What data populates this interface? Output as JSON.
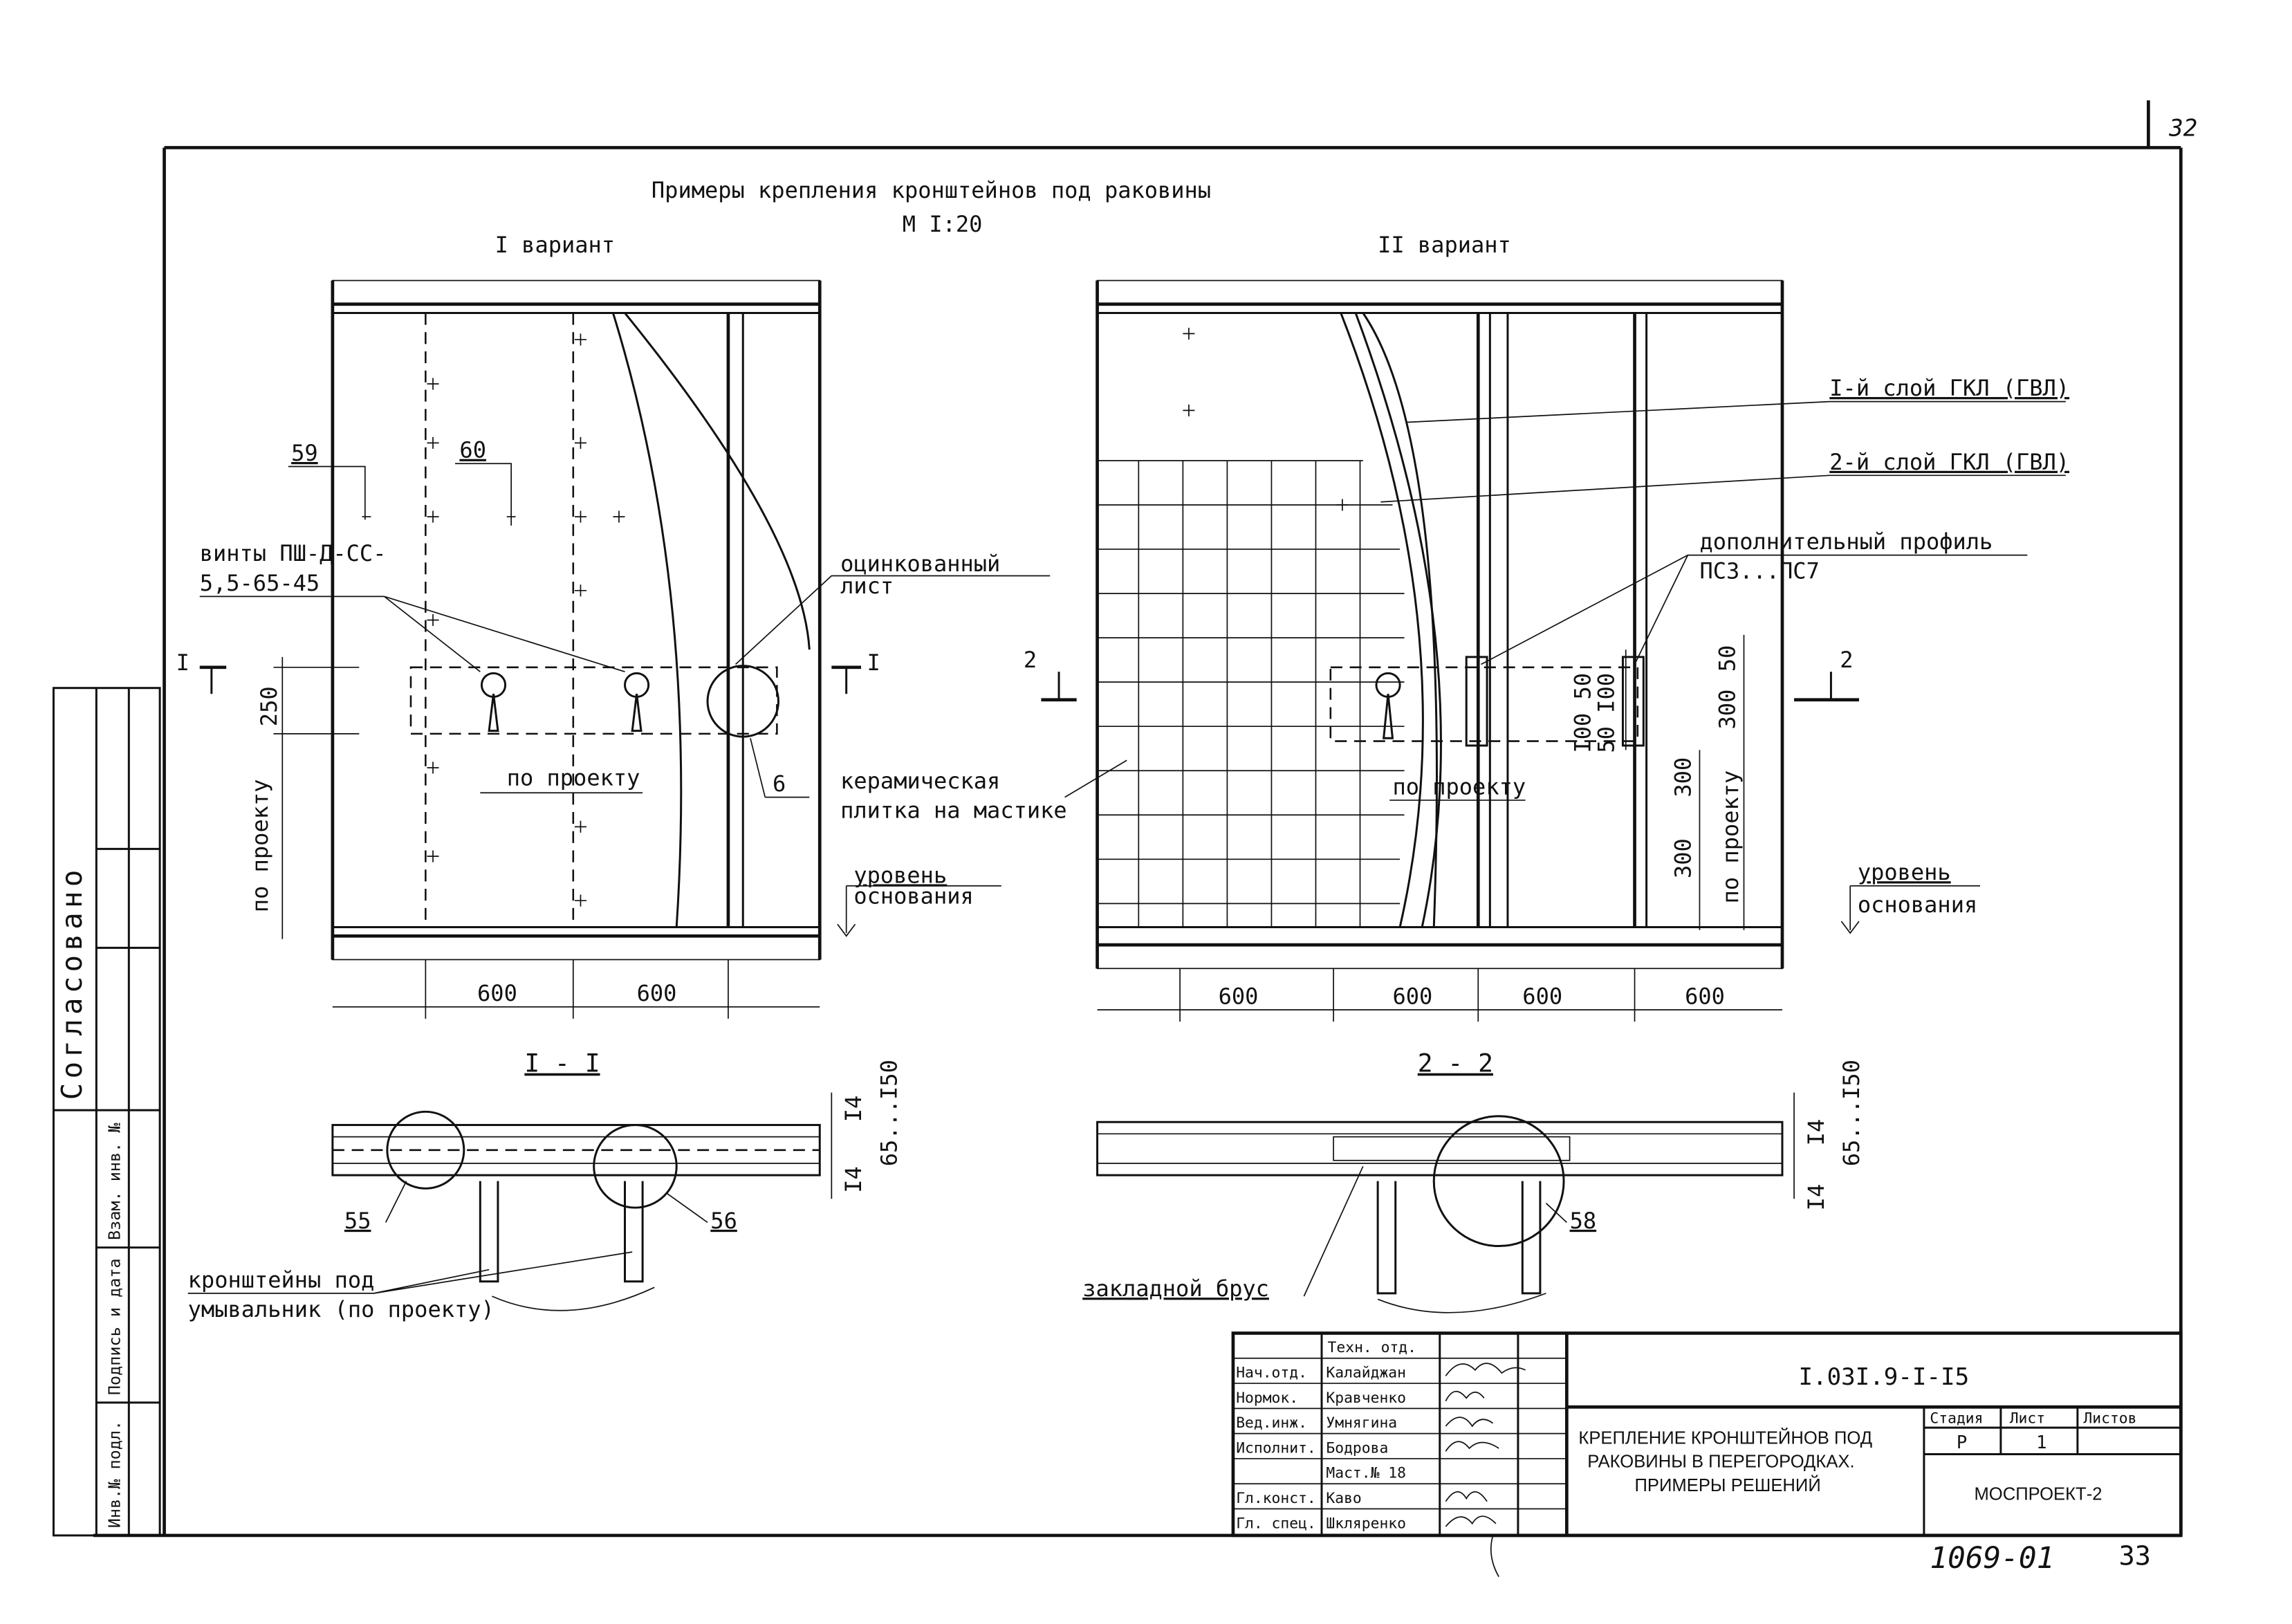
{
  "sheet": {
    "page_number": "32",
    "title": "Примеры крепления кронштейнов под раковины",
    "scale": "М I:20",
    "handwritten_ref": "1069-01",
    "handwritten_sheet": "33"
  },
  "variants": {
    "v1_title": "I вариант",
    "v2_title": "II вариант"
  },
  "callouts": {
    "d59": "59",
    "d60": "60",
    "d6": "6",
    "d55": "55",
    "d56": "56",
    "d58": "58",
    "screws_1": "винты ПШ-Д-СС-",
    "screws_2": "5,5-65-45",
    "galv_1": "оцинкованный",
    "galv_2": "лист",
    "tile_1": "керамическая",
    "tile_2": "плитка на мастике",
    "layer1": "I-й слой ГКЛ (ГВЛ)",
    "layer2": "2-й слой ГКЛ (ГВЛ)",
    "profile_1": "дополнительный профиль",
    "profile_2": "ПС3...ПС7",
    "level_1": "уровень",
    "level_2": "основания",
    "brackets_1": "кронштейны под",
    "brackets_2": "умывальник (по проекту)",
    "insert_beam": "закладной брус"
  },
  "dims": {
    "d250": "250",
    "per_project": "по проекту",
    "d600": "600",
    "d300": "300",
    "d50": "50",
    "d100_50": "I00 50",
    "d50_100": "50 I00",
    "d14": "I4",
    "d65_150": "65...I50"
  },
  "sections": {
    "cut1_mark": "I",
    "cut2_mark": "2",
    "sec1_title": "I - I",
    "sec2_title": "2 - 2"
  },
  "stamp": {
    "vertical_agreed": "Согласовано",
    "side_1": "Инв.№ подл.",
    "side_2": "Подпись и дата",
    "side_3": "Взам. инв. №",
    "roles": [
      "Техн. отд.",
      "Нач.отд.",
      "Нормок.",
      "Вед.инж.",
      "Исполнит.",
      "",
      "Гл.конст.",
      "Гл. спец."
    ],
    "names": [
      "",
      "Калайджан",
      "Кравченко",
      "Умнягина",
      "Бодрова",
      "Маст.№ 18",
      "Каво",
      "Шкляренко"
    ],
    "doc_code": "I.03I.9-I-I5",
    "doc_title_1": "КРЕПЛЕНИЕ КРОНШТЕЙНОВ ПОД",
    "doc_title_2": "РАКОВИНЫ В ПЕРЕГОРОДКАХ.",
    "doc_title_3": "ПРИМЕРЫ РЕШЕНИЙ",
    "stage_label": "Стадия",
    "sheet_label": "Лист",
    "sheets_label": "Листов",
    "stage": "Р",
    "sheet": "1",
    "org": "МОСПРОЕКТ-2"
  }
}
